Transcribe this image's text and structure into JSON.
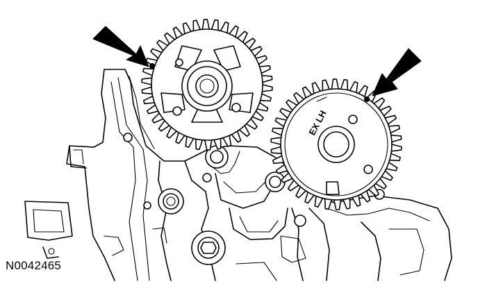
{
  "figure": {
    "id": "N0042465",
    "gear_stamp": "EX LH",
    "callouts": [
      {
        "points_to": "left-camshaft-gear-timing-mark",
        "icon": "arrow-icon"
      },
      {
        "points_to": "right-camshaft-gear-timing-mark",
        "icon": "arrow-icon"
      }
    ]
  },
  "colors": {
    "line": "#000000",
    "background": "#ffffff"
  }
}
